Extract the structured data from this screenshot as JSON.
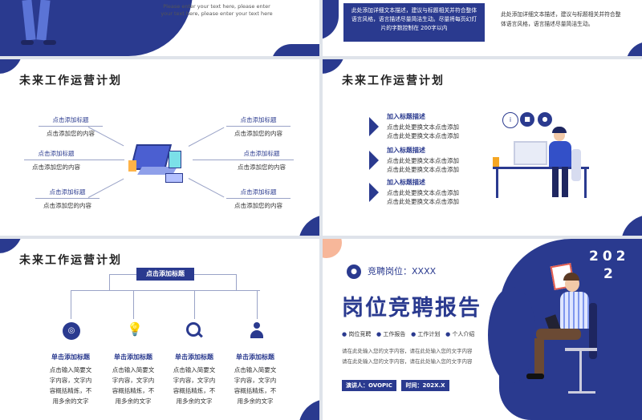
{
  "slide1": {
    "placeholder_en": "Please enter your text here, please enter your text here, please enter your text here"
  },
  "slide2": {
    "box_text": "此处添加详细文本描述，建议与标题相关并符合整体语言风格，语言描述尽量简洁生动。尽量将每页幻灯片的字数控制在 200字以内",
    "side_text": "此处添加详细文本描述，建议与标题相关并符合整体语言风格，语言描述尽量简洁生动。"
  },
  "slide3": {
    "title": "未来工作运营计划",
    "labels": [
      {
        "h": "点击添加标题",
        "t": "点击添加您的内容"
      },
      {
        "h": "点击添加标题",
        "t": "点击添加您的内容"
      },
      {
        "h": "点击添加标题",
        "t": "点击添加您的内容"
      },
      {
        "h": "点击添加标题",
        "t": "点击添加您的内容"
      },
      {
        "h": "点击添加标题",
        "t": "点击添加您的内容"
      },
      {
        "h": "点击添加标题",
        "t": "点击添加您的内容"
      }
    ]
  },
  "slide4": {
    "title": "未来工作运营计划",
    "items": [
      {
        "h": "加入标题描述",
        "t1": "点击此处更换文本点击添加",
        "t2": "点击此处更换文本点击添加"
      },
      {
        "h": "加入标题描述",
        "t1": "点击此处更换文本点击添加",
        "t2": "点击此处更换文本点击添加"
      },
      {
        "h": "加入标题描述",
        "t1": "点击此处更换文本点击添加",
        "t2": "点击此处更换文本点击添加"
      }
    ]
  },
  "slide5": {
    "title": "未来工作运营计划",
    "top_button": "点击添加标题",
    "columns": [
      {
        "h": "单击添加标题",
        "t1": "点击输入简要文",
        "t2": "字内容，文字内",
        "t3": "容概括精炼，不",
        "t4": "用多余的文字"
      },
      {
        "h": "单击添加标题",
        "t1": "点击输入简要文",
        "t2": "字内容，文字内",
        "t3": "容概括精炼，不",
        "t4": "用多余的文字"
      },
      {
        "h": "单击添加标题",
        "t1": "点击输入简要文",
        "t2": "字内容，文字内",
        "t3": "容概括精炼，不",
        "t4": "用多余的文字"
      },
      {
        "h": "单击添加标题",
        "t1": "点击输入简要文",
        "t2": "字内容，文字内",
        "t3": "容概括精炼，不",
        "t4": "用多余的文字"
      }
    ]
  },
  "slide6": {
    "position": "竞聘岗位：XXXX",
    "year1": "202",
    "year2": "2",
    "main_title": "岗位竞聘报告",
    "tags": [
      "岗位竞聘",
      "工作报告",
      "工作计划",
      "个人介绍"
    ],
    "desc1": "请在此处输入您的文字内容，请在此处输入您的文字内容",
    "desc2": "请在此处输入您的文字内容，请在此处输入您的文字内容",
    "speaker": "演讲人：OVOPIC",
    "time": "时间：202X.X"
  }
}
